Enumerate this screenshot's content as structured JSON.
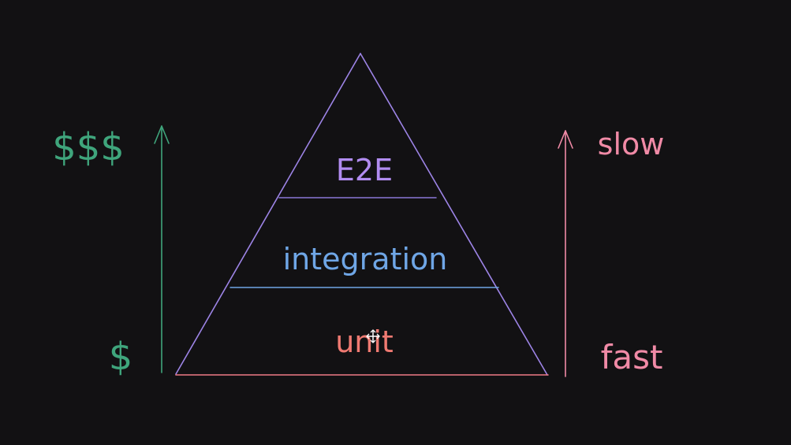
{
  "diagram": {
    "layers": [
      {
        "label": "E2E",
        "color": "#b18cf0"
      },
      {
        "label": "integration",
        "color": "#6fa6e6"
      },
      {
        "label": "unit",
        "color": "#f07a72"
      }
    ],
    "cost_axis": {
      "top_label": "$$$",
      "bottom_label": "$",
      "color": "#3fa57c"
    },
    "speed_axis": {
      "top_label": "slow",
      "bottom_label": "fast",
      "color": "#f08aa6"
    },
    "pyramid_outline_color": "#9d84e6",
    "pyramid_base_color": "#f07a86",
    "divider_color": "#8a78d8",
    "divider_color_lower": "#6fa6e6"
  },
  "cursor": {
    "icon": "move-cursor-icon"
  }
}
